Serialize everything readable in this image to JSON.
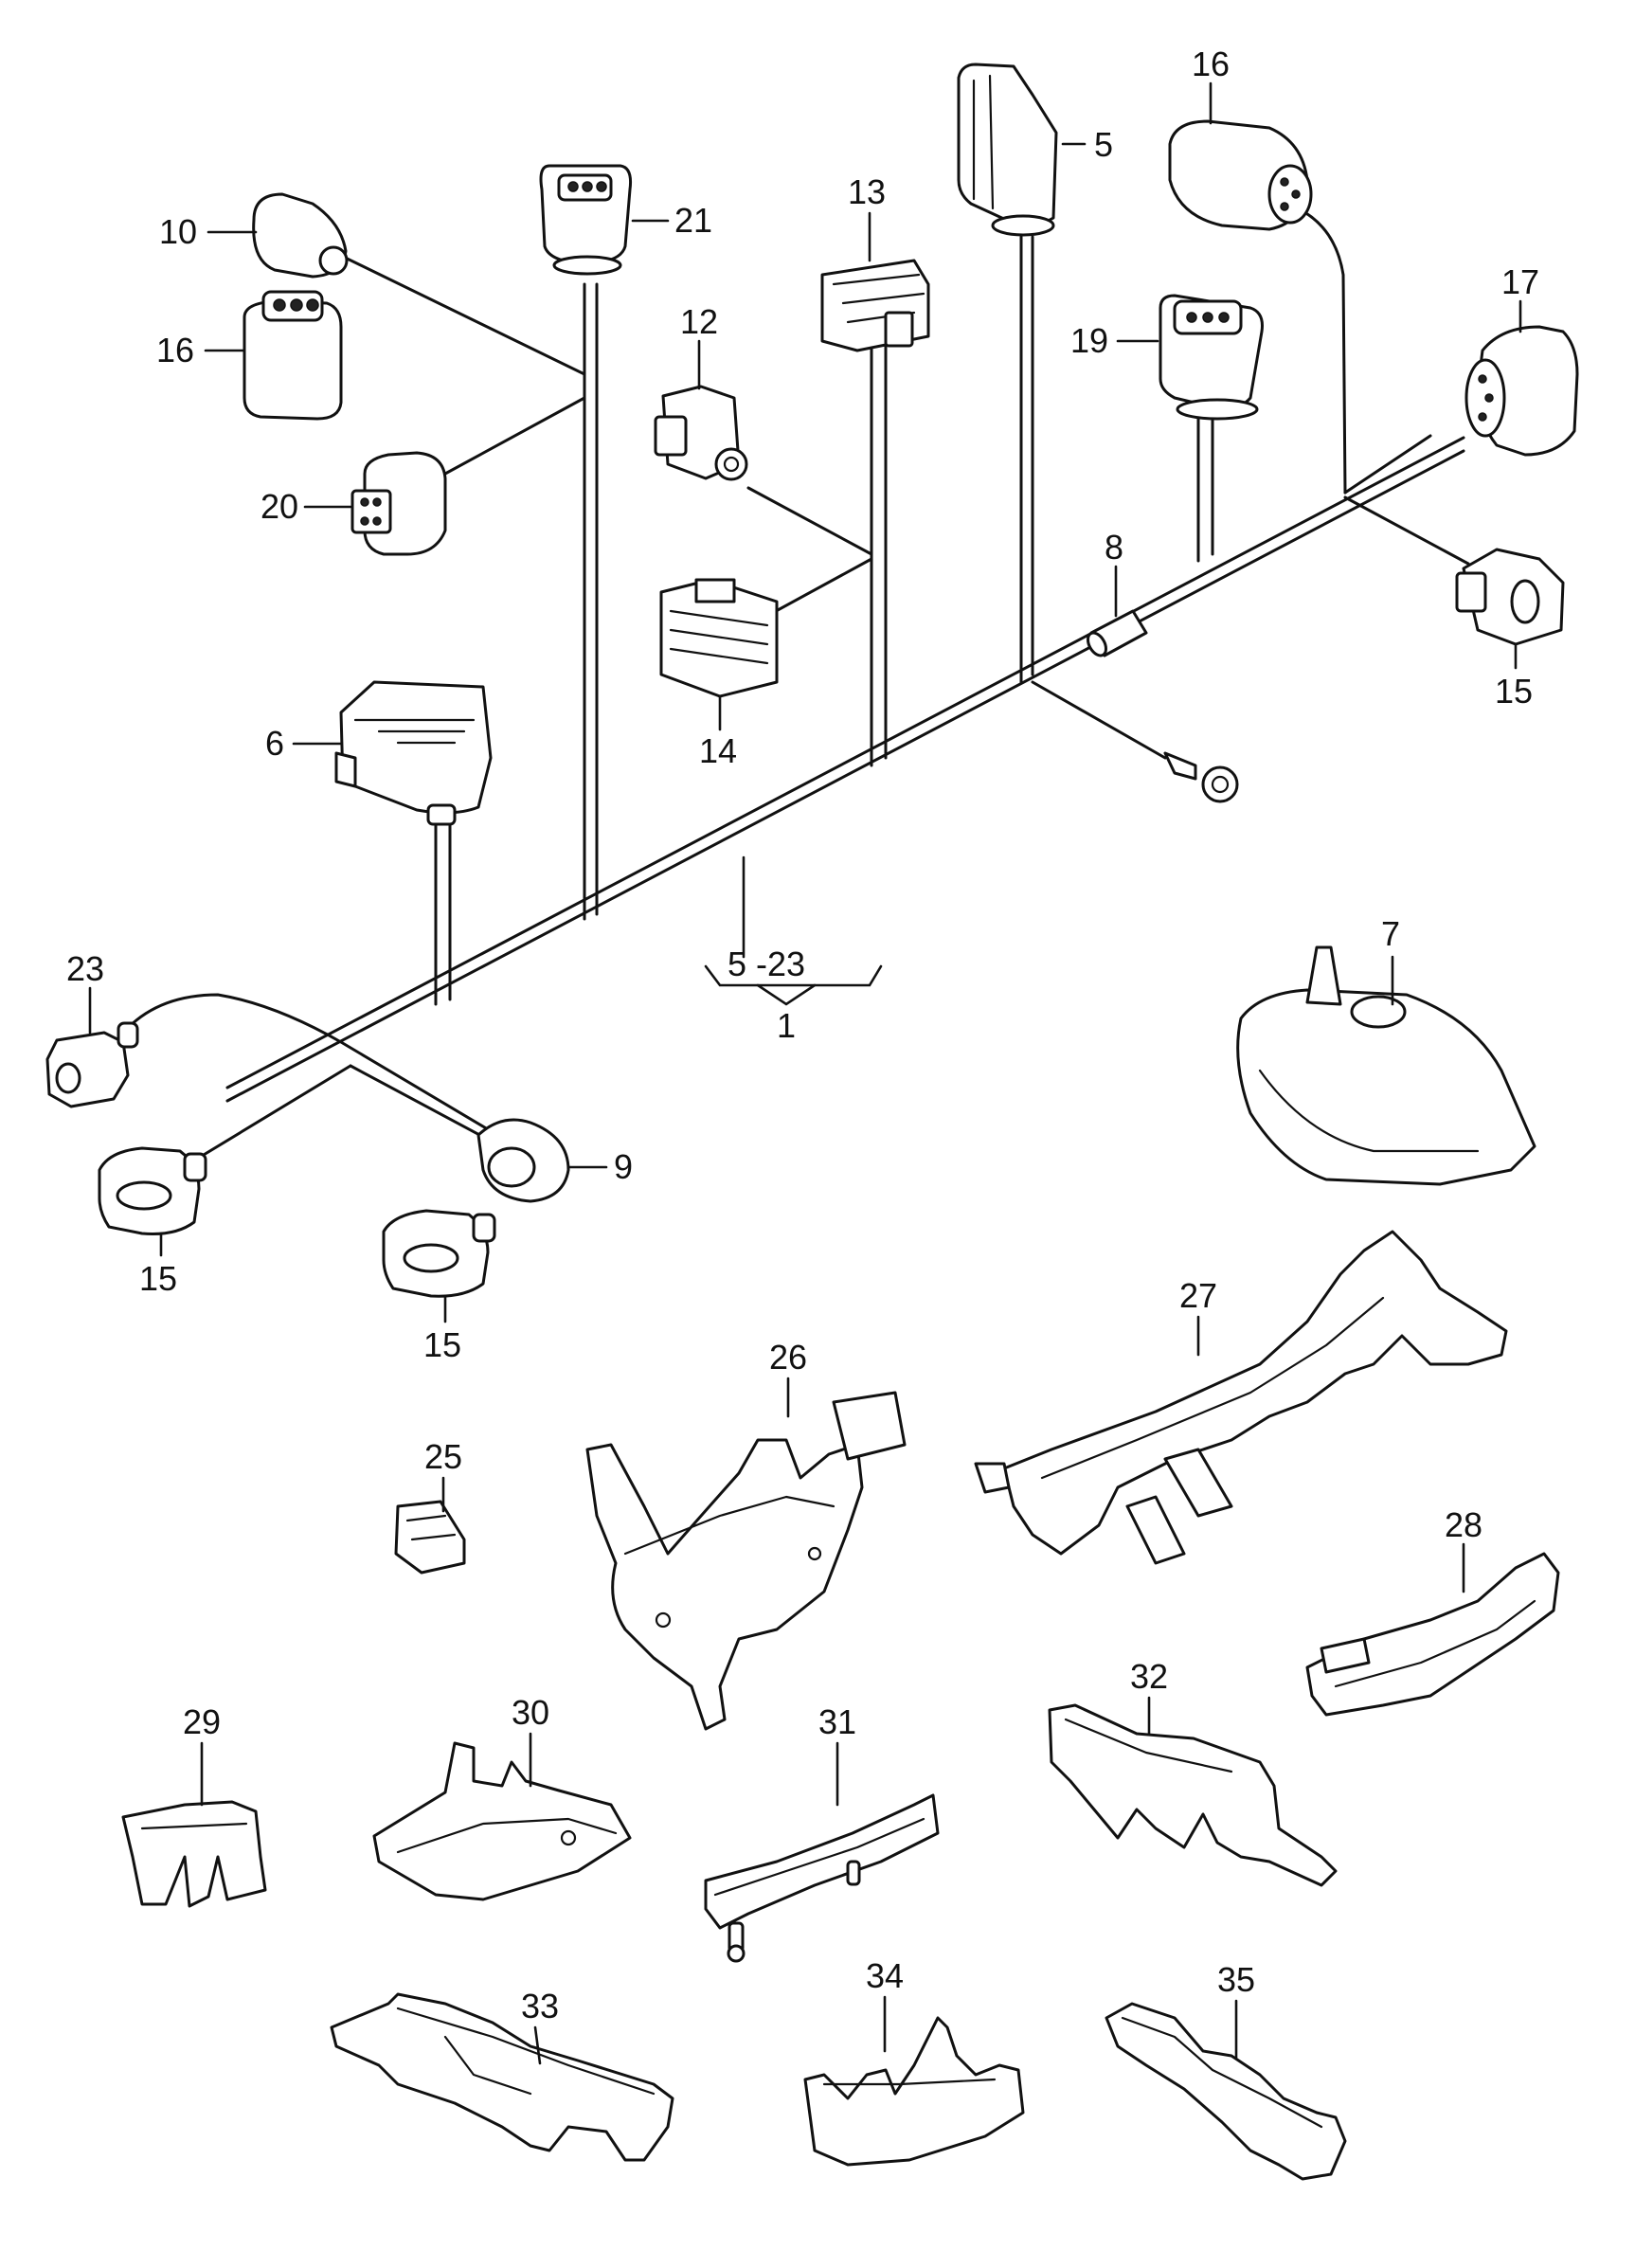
{
  "diagram": {
    "assembly_label": "1",
    "assembly_range_label": "5 -23",
    "callouts": {
      "c5": "5",
      "c6": "6",
      "c7": "7",
      "c8": "8",
      "c9": "9",
      "c10": "10",
      "c12": "12",
      "c13": "13",
      "c14": "14",
      "c15a": "15",
      "c15b": "15",
      "c15c": "15",
      "c16a": "16",
      "c16b": "16",
      "c17": "17",
      "c19": "19",
      "c20": "20",
      "c21": "21",
      "c23": "23",
      "c25": "25",
      "c26": "26",
      "c27": "27",
      "c28": "28",
      "c29": "29",
      "c30": "30",
      "c31": "31",
      "c32": "32",
      "c33": "33",
      "c34": "34",
      "c35": "35"
    }
  }
}
